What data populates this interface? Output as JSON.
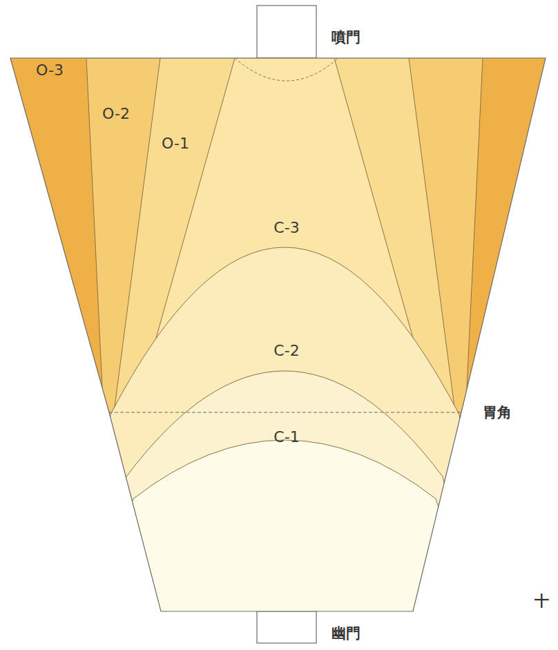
{
  "diagram": {
    "labels": [
      "噴門",
      "O-3",
      "O-2",
      "O-1",
      "C-3",
      "C-2",
      "胃角",
      "C-1",
      "幽門",
      "十"
    ]
  }
}
